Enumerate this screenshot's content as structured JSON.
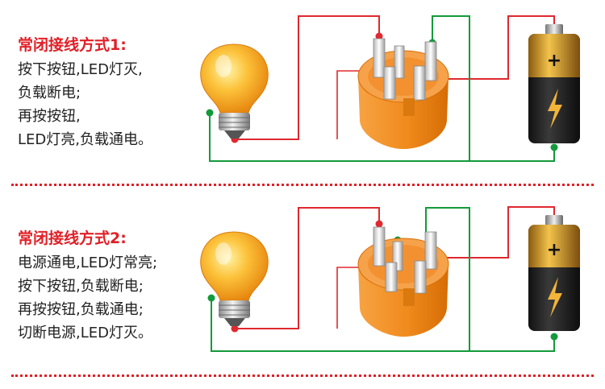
{
  "sections": [
    {
      "heading": "常闭接线方式1:",
      "lines": [
        "按下按钮,LED灯灭,",
        "负载断电;",
        "再按按钮,",
        "LED灯亮,负载通电。"
      ]
    },
    {
      "heading": "常闭接线方式2:",
      "lines": [
        "电源通电,LED灯常亮;",
        "按下按钮,负载断电;",
        "再按按钮,负载通电;",
        "切断电源,LED灯灭。"
      ]
    }
  ],
  "colors": {
    "accent": "#e11f26",
    "wire_red": "#e0282e",
    "wire_green": "#139a3a",
    "switch_orange": "#f08a1c",
    "bulb_yellow": "#f7b52a"
  },
  "icons": [
    "light-bulb-icon",
    "push-button-switch-icon",
    "battery-icon",
    "lightning-icon"
  ]
}
